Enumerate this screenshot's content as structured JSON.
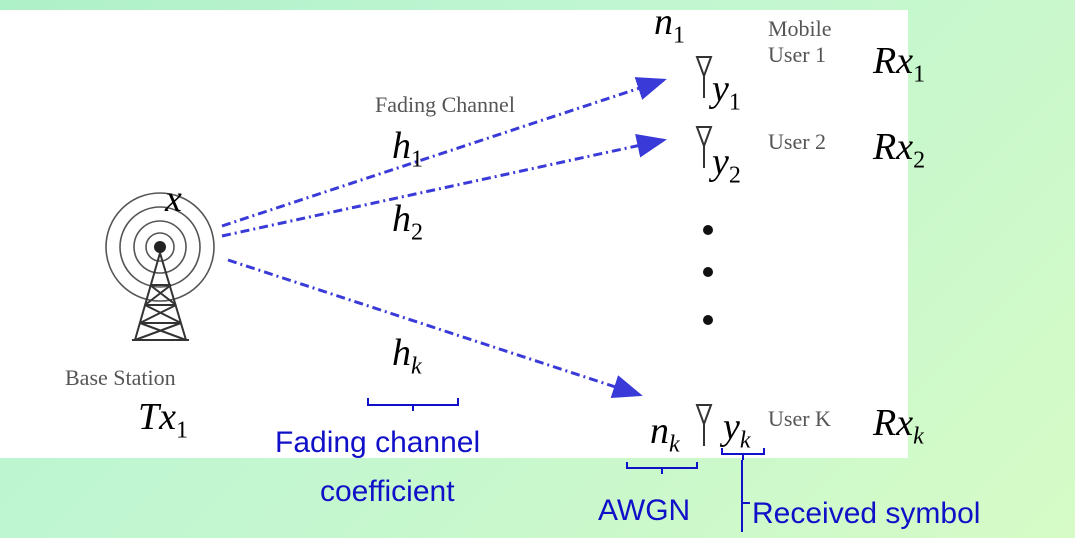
{
  "labels": {
    "fading_channel": "Fading Channel",
    "base_station": "Base Station",
    "mobile": "Mobile",
    "user1": "User 1",
    "user2": "User 2",
    "userk": "User K"
  },
  "math": {
    "x": "x",
    "h": "h",
    "y": "y",
    "n": "n",
    "tx": "Tx",
    "rx": "Rx",
    "sub_1": "1",
    "sub_2": "2",
    "sub_k": "k"
  },
  "annotations": {
    "fading_coefficient_line1": "Fading channel",
    "fading_coefficient_line2": "coefficient",
    "awgn": "AWGN",
    "received_symbol": "Received symbol"
  },
  "colors": {
    "background": "#bff6d2",
    "arrow": "#3a3ad8",
    "annotation": "#1010c8"
  }
}
